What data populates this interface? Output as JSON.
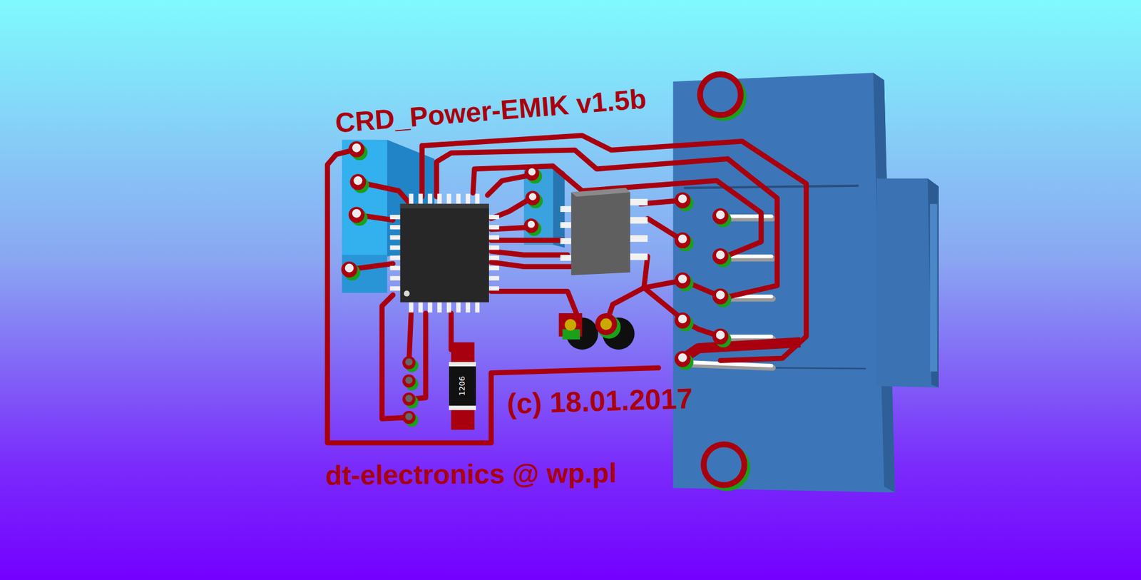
{
  "diagram": {
    "title": "CRD_Power-EMIK v1.5b",
    "labels": [
      "1206",
      "(c) 18.01.2017",
      "dt-electronics @ wp.pl"
    ]
  }
}
